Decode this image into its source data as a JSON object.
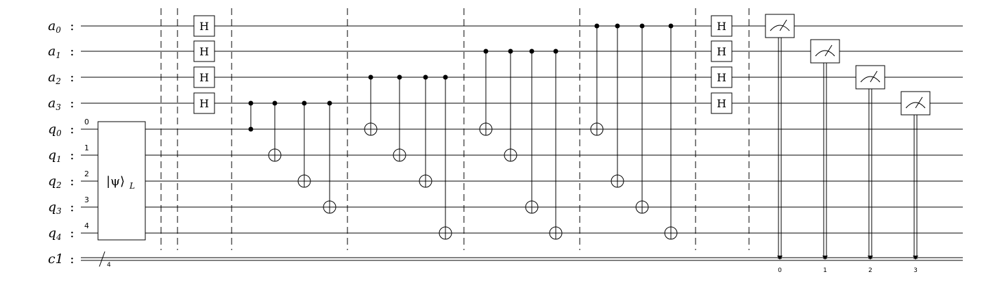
{
  "wires": [
    {
      "base": "a",
      "sub": "0"
    },
    {
      "base": "a",
      "sub": "1"
    },
    {
      "base": "a",
      "sub": "2"
    },
    {
      "base": "a",
      "sub": "3"
    },
    {
      "base": "q",
      "sub": "0"
    },
    {
      "base": "q",
      "sub": "1"
    },
    {
      "base": "q",
      "sub": "2"
    },
    {
      "base": "q",
      "sub": "3"
    },
    {
      "base": "q",
      "sub": "4"
    }
  ],
  "classical_register": {
    "label": "c1",
    "size": "4"
  },
  "colon": ":",
  "state_prep": {
    "label": "|ψ⟩",
    "subscript": "L",
    "inputs": [
      "0",
      "1",
      "2",
      "3",
      "4"
    ]
  },
  "gate_label": "H",
  "cnots": [
    {
      "control": 3,
      "target": 4
    },
    {
      "control": 3,
      "target": 5
    },
    {
      "control": 3,
      "target": 6
    },
    {
      "control": 3,
      "target": 7
    },
    {
      "control": 2,
      "target": 4
    },
    {
      "control": 2,
      "target": 5
    },
    {
      "control": 2,
      "target": 6
    },
    {
      "control": 2,
      "target": 8
    },
    {
      "control": 1,
      "target": 4
    },
    {
      "control": 1,
      "target": 5
    },
    {
      "control": 1,
      "target": 7
    },
    {
      "control": 1,
      "target": 8
    },
    {
      "control": 0,
      "target": 4
    },
    {
      "control": 0,
      "target": 6
    },
    {
      "control": 0,
      "target": 7
    },
    {
      "control": 0,
      "target": 8
    }
  ],
  "measurements": [
    {
      "qubit": 0,
      "bit": "0"
    },
    {
      "qubit": 1,
      "bit": "1"
    },
    {
      "qubit": 2,
      "bit": "2"
    },
    {
      "qubit": 3,
      "bit": "3"
    }
  ]
}
